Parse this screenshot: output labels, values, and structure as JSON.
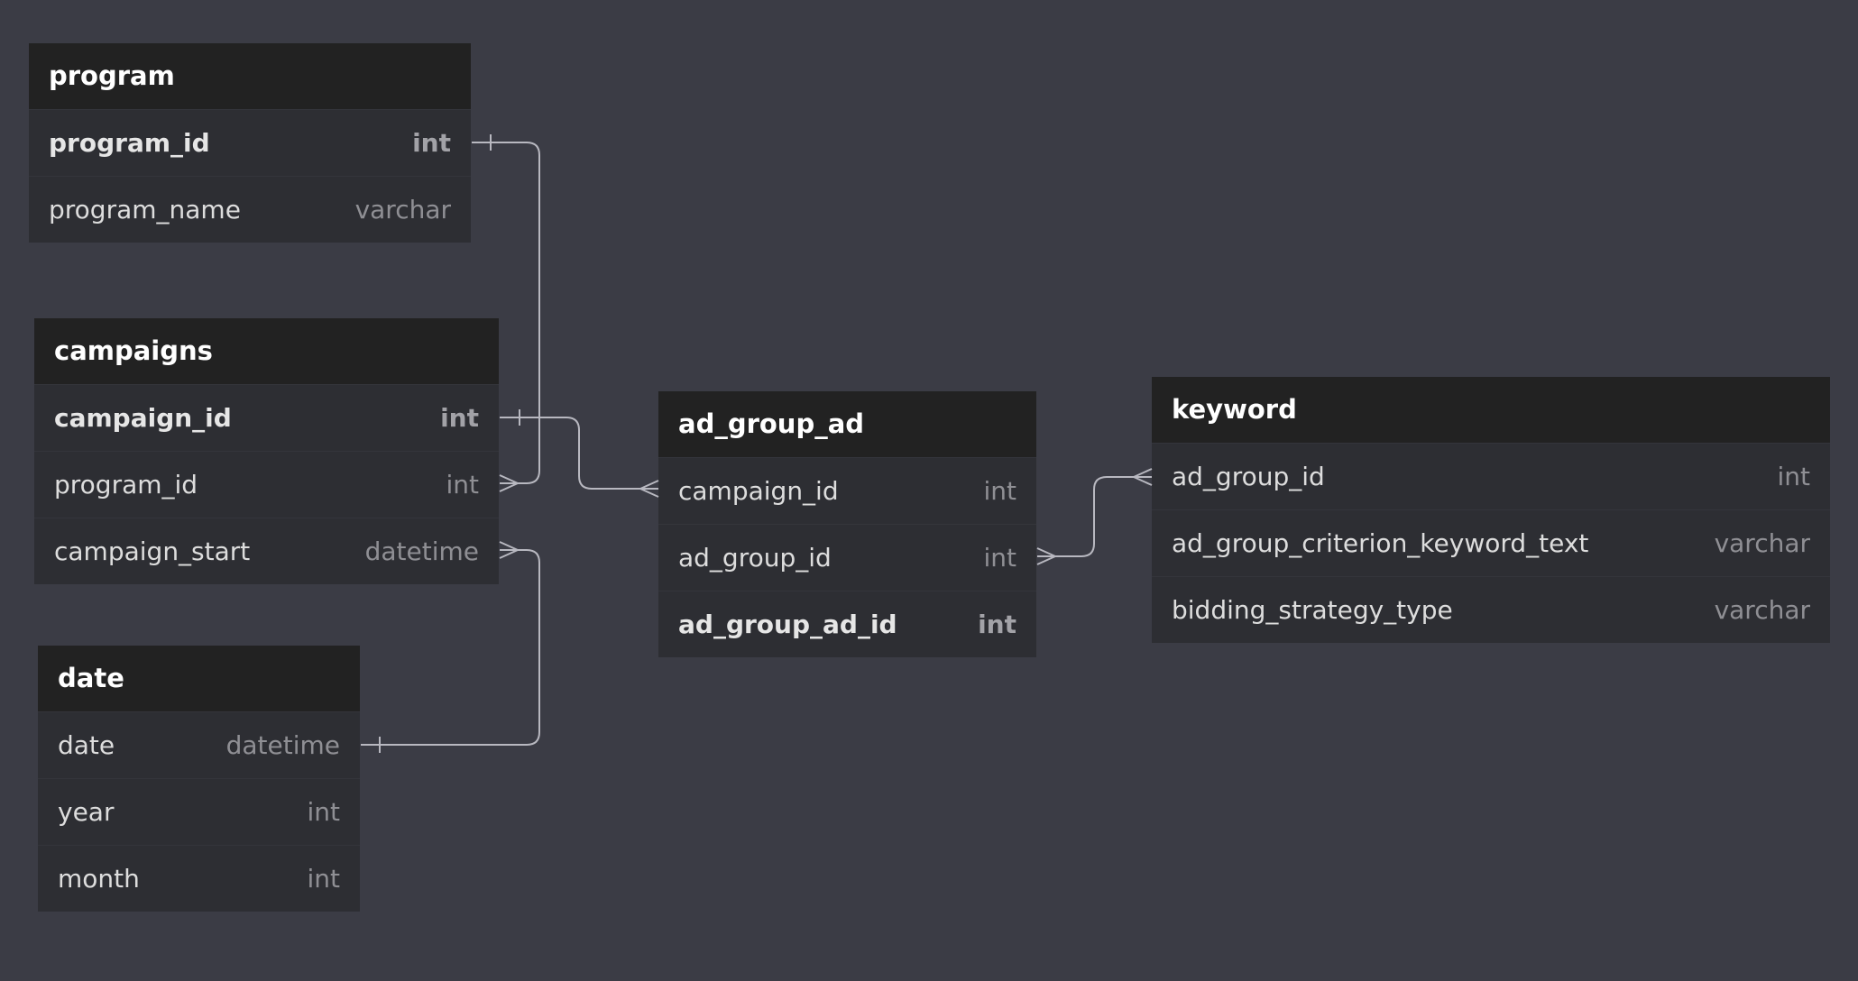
{
  "colors": {
    "background": "#3b3c45",
    "header_bg": "#222222",
    "body_bg": "#2d2e33",
    "connector": "#b8b8c0"
  },
  "entities": {
    "program": {
      "title": "program",
      "columns": [
        {
          "name": "program_id",
          "type": "int",
          "key": true
        },
        {
          "name": "program_name",
          "type": "varchar",
          "key": false
        }
      ]
    },
    "campaigns": {
      "title": "campaigns",
      "columns": [
        {
          "name": "campaign_id",
          "type": "int",
          "key": true
        },
        {
          "name": "program_id",
          "type": "int",
          "key": false
        },
        {
          "name": "campaign_start",
          "type": "datetime",
          "key": false
        }
      ]
    },
    "date": {
      "title": "date",
      "columns": [
        {
          "name": "date",
          "type": "datetime",
          "key": false
        },
        {
          "name": "year",
          "type": "int",
          "key": false
        },
        {
          "name": "month",
          "type": "int",
          "key": false
        }
      ]
    },
    "ad_group_ad": {
      "title": "ad_group_ad",
      "columns": [
        {
          "name": "campaign_id",
          "type": "int",
          "key": false
        },
        {
          "name": "ad_group_id",
          "type": "int",
          "key": false
        },
        {
          "name": "ad_group_ad_id",
          "type": "int",
          "key": true
        }
      ]
    },
    "keyword": {
      "title": "keyword",
      "columns": [
        {
          "name": "ad_group_id",
          "type": "int",
          "key": false
        },
        {
          "name": "ad_group_criterion_keyword_text",
          "type": "varchar",
          "key": false
        },
        {
          "name": "bidding_strategy_type",
          "type": "varchar",
          "key": false
        }
      ]
    }
  },
  "relations": [
    {
      "from": "program.program_id",
      "from_card": "one",
      "to": "campaigns.program_id",
      "to_card": "many"
    },
    {
      "from": "campaigns.campaign_id",
      "from_card": "one",
      "to": "ad_group_ad.campaign_id",
      "to_card": "many"
    },
    {
      "from": "date.date",
      "from_card": "one",
      "to": "campaigns.campaign_start",
      "to_card": "many"
    },
    {
      "from": "ad_group_ad.ad_group_id",
      "from_card": "many",
      "to": "keyword.ad_group_id",
      "to_card": "many"
    }
  ]
}
